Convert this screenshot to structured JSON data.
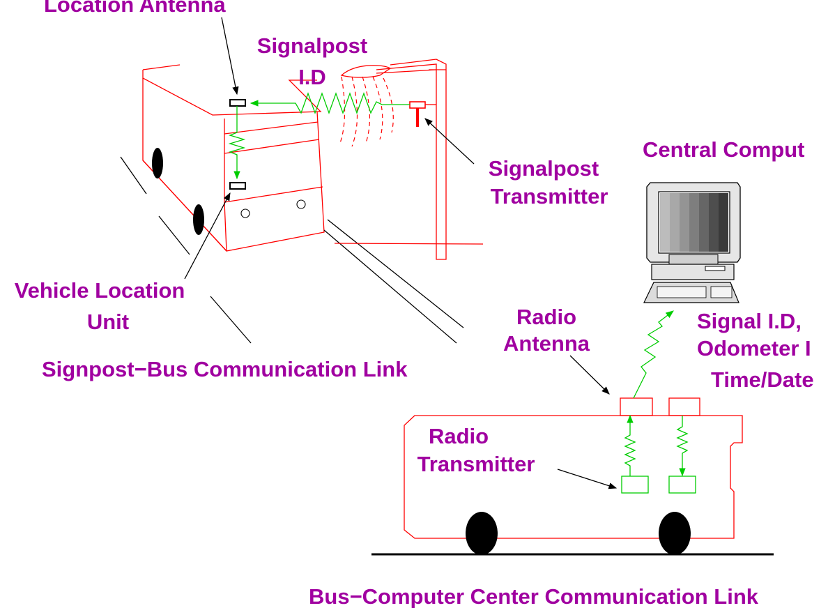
{
  "labels": {
    "location_antenna": "Location Antenna",
    "signalpost_id_line1": "Signalpost",
    "signalpost_id_line2": "I.D",
    "signalpost_transmitter_line1": "Signalpost",
    "signalpost_transmitter_line2": "Transmitter",
    "central_computer": "Central Comput",
    "vehicle_location_unit_line1": "Vehicle Location",
    "vehicle_location_unit_line2": "Unit",
    "signpost_bus_link": "Signpost−Bus Communication Link",
    "radio_antenna_line1": "Radio",
    "radio_antenna_line2": "Antenna",
    "signal_info_line1": "Signal I.D,",
    "signal_info_line2": "Odometer I",
    "signal_info_line3": "Time/Date",
    "radio_transmitter_line1": "Radio",
    "radio_transmitter_line2": "Transmitter",
    "bus_computer_link": "Bus−Computer Center Communication Link"
  },
  "colors": {
    "label": "#a000a0",
    "bus_outline": "#ff0000",
    "signal_path": "#00cc00",
    "ground": "#000000"
  }
}
